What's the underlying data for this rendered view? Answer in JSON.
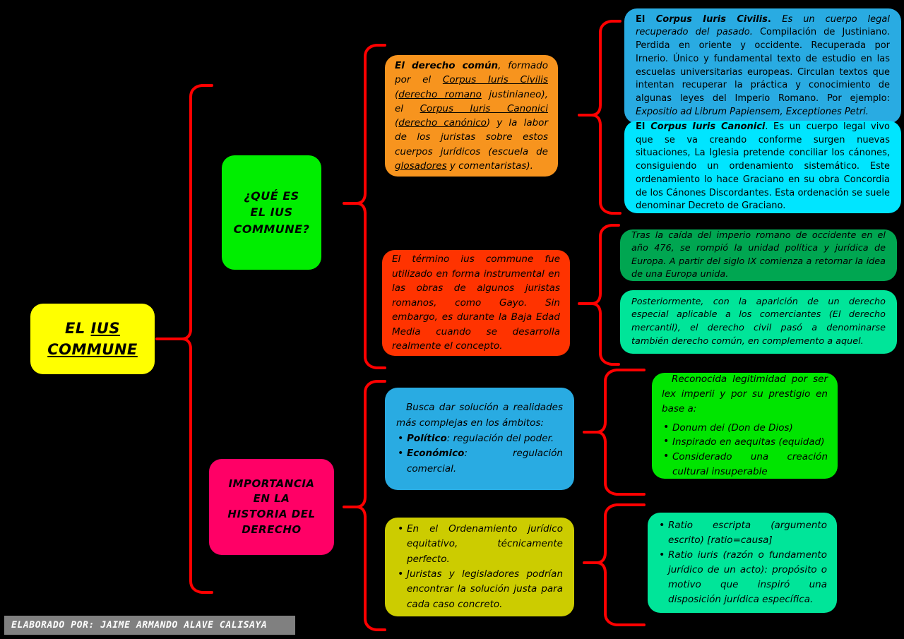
{
  "diagram": {
    "title": "EL IUS COMMUNE",
    "background_color": "#000000",
    "connector_color": "#FF0000",
    "type": "mind-map"
  },
  "nodes": {
    "root": {
      "line1_a": "EL ",
      "line1_b": "IUS",
      "line2": "COMMUNE",
      "color": "#FFFF00"
    },
    "branch_que_es": {
      "line1": "¿QUÉ ES",
      "line2": "EL IUS",
      "line3": "COMMUNE?",
      "color": "#00EE00"
    },
    "branch_importancia": {
      "line1": "IMPORTANCIA",
      "line2": "EN LA",
      "line3": "HISTORIA DEL",
      "line4": "DERECHO",
      "color": "#FF0066"
    },
    "derecho_comun": {
      "color": "#F7941E",
      "t1": "El ",
      "t2": "derecho común",
      "t3": ", formado por el ",
      "t4": "Corpus Iuris Civilis",
      "t5": " (",
      "t6": "derecho romano",
      "t7": " justinianeo), el ",
      "t8": "Corpus Iuris Canonici",
      "t9": " (",
      "t10": "derecho canónico",
      "t11": ") y la labor de los juristas sobre estos cuerpos jurídicos (escuela de ",
      "t12": "glosadores",
      "t13": " y comentaristas)."
    },
    "termino_ius_commune": {
      "color": "#FF3300",
      "text": "El término ius commune fue utilizado en forma instrumental en las obras de algunos juristas romanos, como Gayo. Sin embargo, es durante la Baja Edad Media cuando se desarrolla realmente el concepto."
    },
    "corpus_iuris_civilis": {
      "color": "#29ABE2",
      "t1": "El ",
      "t2": "Corpus Iuris Civilis",
      "t3": ". ",
      "t4": "Es un cuerpo legal recuperado del pasado.",
      "t5": " Compilación de Justiniano. Perdida en oriente y occidente. Recuperada por Irnerio. Único y fundamental texto de estudio en las escuelas universitarias europeas. Circulan textos que intentan recuperar la práctica y conocimiento de algunas leyes del Imperio Romano. Por ejemplo: ",
      "t6": "Expositio ad Librum Papiensem, Exceptiones Petri."
    },
    "corpus_iuris_canonici": {
      "color": "#00E5FF",
      "t1": "El ",
      "t2": "Corpus Iuris Canonici",
      "t3": ". Es un cuerpo legal vivo que se va creando conforme surgen nuevas situaciones, La Iglesia pretende conciliar los cánones, consiguiendo un ordenamiento sistemático. Este ordenamiento lo hace Graciano en su obra Concordia de los Cánones Discordantes. Esta ordenación se suele denominar Decreto de Graciano."
    },
    "caida_imperio": {
      "color": "#00A651",
      "text": "Tras la caída del imperio romano de occidente en el año 476, se rompió la unidad política y jurídica de Europa. A partir del siglo IX comienza a retornar la idea de una Europa unida."
    },
    "derecho_mercantil": {
      "color": "#00E599",
      "text": "Posteriormente, con la aparición de un derecho especial aplicable a los comerciantes (El derecho mercantil), el derecho civil pasó a denominarse también derecho común, en complemento a aquel."
    },
    "busca_solucion": {
      "color": "#29ABE2",
      "intro": "Busca dar solución a realidades más complejas en los ámbitos:",
      "bullets": [
        {
          "lead": "Político",
          "rest": ": regulación del poder."
        },
        {
          "lead": "Económico",
          "rest": ": regulación comercial."
        }
      ]
    },
    "legitimidad": {
      "color": "#00E500",
      "intro": "Reconocida legitimidad por ser lex imperii y por su prestigio en base a:",
      "bullets": [
        "Donum dei (Don de Dios)",
        "Inspirado en aequitas (equidad)",
        "Considerado una creación cultural insuperable"
      ]
    },
    "ordenamiento": {
      "color": "#CCCC00",
      "bullets": [
        "En el Ordenamiento jurídico equitativo, técnicamente perfecto.",
        "Juristas y legisladores podrían encontrar la solución justa para cada caso concreto."
      ]
    },
    "ratio": {
      "color": "#00E599",
      "bullets": [
        "Ratio escripta (argumento escrito) [ratio=causa]",
        "Ratio iuris (razón o fundamento jurídico de un acto): propósito o motivo que inspiró una disposición jurídica específica."
      ]
    }
  },
  "footer": {
    "text": "ELABORADO POR: JAIME ARMANDO ALAVE CALISAYA",
    "background_color": "#808080",
    "text_color": "#FFFFFF"
  }
}
